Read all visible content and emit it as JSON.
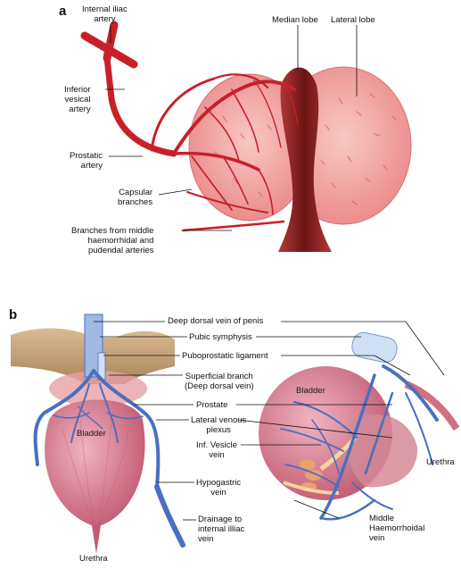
{
  "panels": {
    "a": {
      "letter": "a",
      "labels": {
        "internal_iliac_artery": "Internal iliac\nartery",
        "median_lobe": "Median lobe",
        "lateral_lobe": "Lateral lobe",
        "inferior_vesical_artery": "Inferior\nvesical\nartery",
        "prostatic_artery": "Prostatic\nartery",
        "capsular_branches": "Capsular\nbranches",
        "branches_middle": "Branches from middle\nhaemorrhidal and\npudendal arteries"
      }
    },
    "b": {
      "letter": "b",
      "labels": {
        "deep_dorsal_vein": "Deep dorsal vein of penis",
        "pubic_symphysis": "Pubic symphysis",
        "puboprostatic_ligament": "Puboprostatic ligament",
        "superficial_branch": "Superficial branch\n(Deep dorsal vein)",
        "prostate": "Prostate",
        "lateral_venous_plexus": "Lateral venous\nplexus",
        "inf_vesicle_vein": "Inf. Vesicle\nvein",
        "hypogastric_vein": "Hypogastric\nvein",
        "drainage": "Drainage to\ninternal illiac\nvein",
        "bladder_left": "Bladder",
        "bladder_right": "Bladder",
        "urethra_left": "Urethra",
        "urethra_right": "Urethra",
        "middle_haemorrhoidal_vein": "Middle\nHaemorrhoidal\nvein"
      }
    }
  },
  "colors": {
    "artery": "#c8202a",
    "vein": "#4a6fc0",
    "gland": "#f2a0a0",
    "gland_dark": "#8a1c1c",
    "bladder": "#d97a8e",
    "bone": "#c9a57a"
  }
}
